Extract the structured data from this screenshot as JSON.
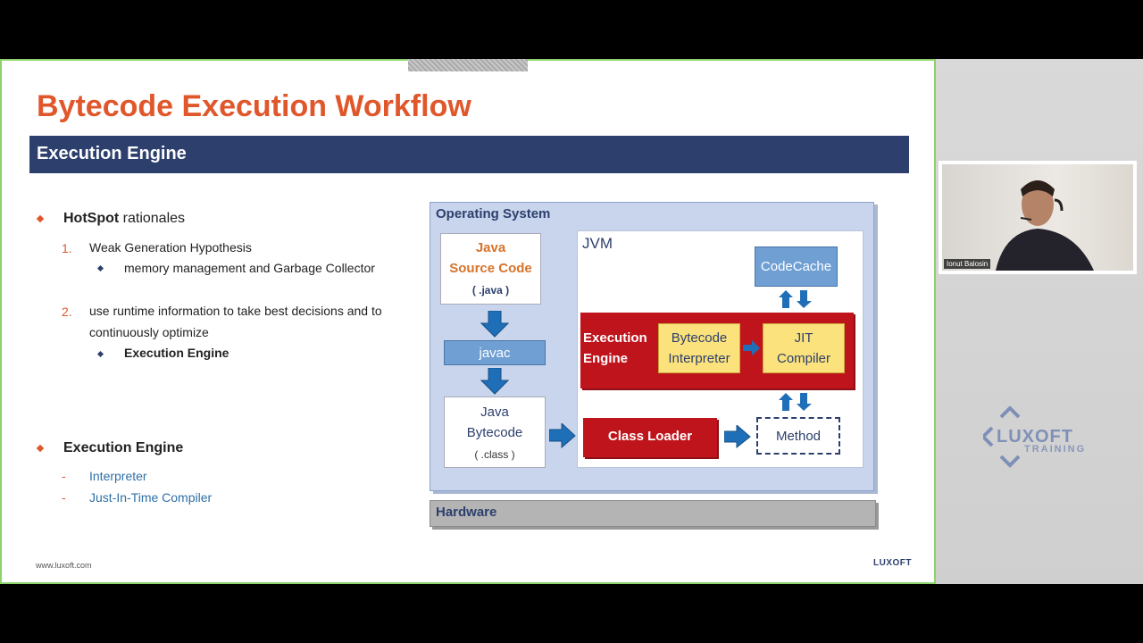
{
  "slide": {
    "title": "Bytecode Execution Workflow",
    "header": "Execution Engine",
    "footer_url": "www.luxoft.com",
    "footer_logo": "LUXOFT",
    "bullets": {
      "b1_bold": "HotSpot",
      "b1_rest": "rationales",
      "n1_num": "1.",
      "n1_text": "Weak Generation Hypothesis",
      "n1_sub": "memory management and Garbage Collector",
      "n2_num": "2.",
      "n2_line1": "use runtime information to take best decisions and to",
      "n2_line2": "continuously optimize",
      "n2_sub": "Execution Engine",
      "b2": "Execution Engine",
      "d1": "Interpreter",
      "d2": "Just-In-Time Compiler",
      "dash": "-"
    },
    "diagram": {
      "os": "Operating System",
      "hardware": "Hardware",
      "source_line1": "Java",
      "source_line2": "Source Code",
      "source_ext": "( .java )",
      "javac": "javac",
      "bytecode_line1": "Java",
      "bytecode_line2": "Bytecode",
      "bytecode_ext": "( .class )",
      "jvm": "JVM",
      "codecache": "CodeCache",
      "ee_line1": "Execution",
      "ee_line2": "Engine",
      "interp_line1": "Bytecode",
      "interp_line2": "Interpreter",
      "jit_line1": "JIT",
      "jit_line2": "Compiler",
      "class_loader": "Class Loader",
      "method": "Method"
    }
  },
  "webcam": {
    "name": "Ionut Balosin"
  },
  "watermark": {
    "brand": "LUXOFT",
    "sub": "TRAINING"
  },
  "colors": {
    "title": "#e0572b",
    "header": "#2d3f6d",
    "ee_red": "#c0141c",
    "yellow": "#fbe27c",
    "blue": "#6f9fd3",
    "slide_border": "#8bd26a"
  }
}
